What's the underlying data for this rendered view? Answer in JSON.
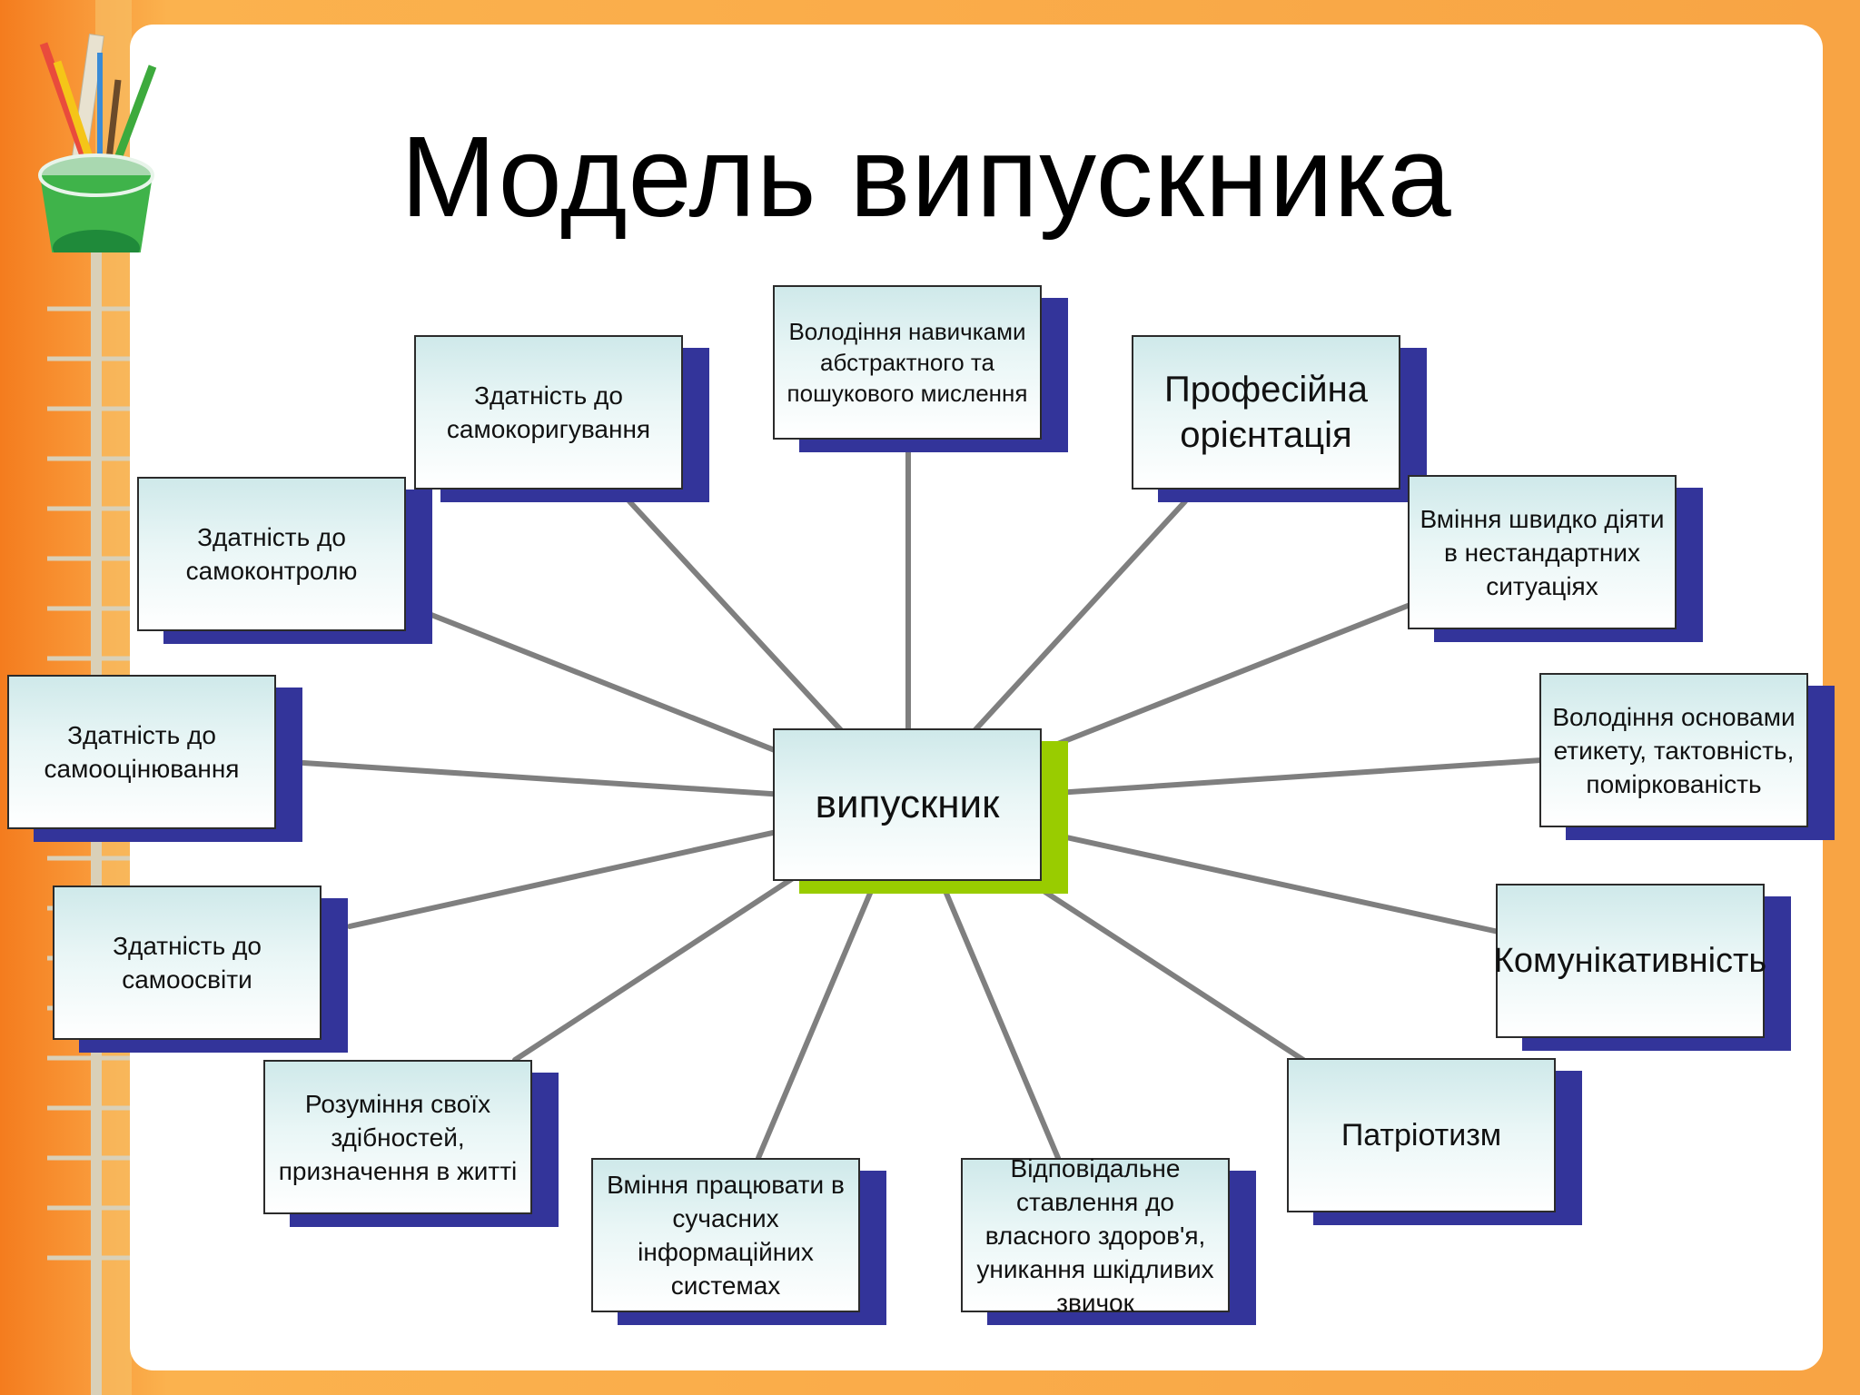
{
  "slide": {
    "title": "Модель випускника"
  },
  "colors": {
    "background_orange": "#f8a444",
    "node_shadow": "#33349a",
    "center_shadow": "#99cc00",
    "connector": "#7f7f7f"
  },
  "diagram": {
    "center": {
      "label": "випускник"
    },
    "nodes": [
      {
        "label": "Володіння навичками\nабстрактного та\nпошукового мислення"
      },
      {
        "label": "Професійна\nорієнтація"
      },
      {
        "label": "Вміння швидко діяти\nв нестандартних\nситуаціях"
      },
      {
        "label": "Володіння основами\nетикету, тактовність,\nпоміркованість"
      },
      {
        "label": "Комунікативність"
      },
      {
        "label": "Патріотизм"
      },
      {
        "label": "Відповідальне\nставлення до\nвласного здоров'я,\nуникання шкідливих\nзвичок"
      },
      {
        "label": "Вміння працювати в\nсучасних інформаційних\nсистемах"
      },
      {
        "label": "Розуміння своїх\nздібностей,\nпризначення в житті"
      },
      {
        "label": "Здатність до\nсамоосвіти"
      },
      {
        "label": "Здатність до\nсамооцінювання"
      },
      {
        "label": "Здатність до\nсамоконтролю"
      },
      {
        "label": "Здатність до\nсамокоригування"
      }
    ]
  }
}
